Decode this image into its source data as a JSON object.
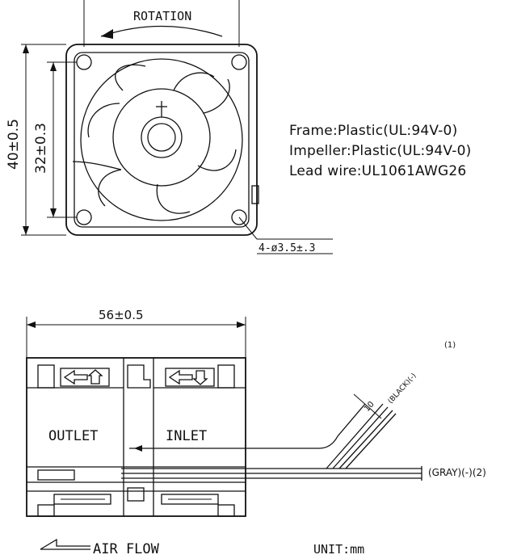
{
  "top_view": {
    "rotation_label": "ROTATION",
    "dim_overall": "40±0.5",
    "dim_hole_pitch": "32±0.3",
    "hole_callout": "4-ø3.5±.3"
  },
  "specs": [
    "Frame:Plastic(UL:94V-0)",
    "Impeller:Plastic(UL:94V-0)",
    "Lead wire:UL1061AWG26"
  ],
  "side_view": {
    "dim_depth": "56±0.5",
    "outlet_label": "OUTLET",
    "inlet_label": "INLET",
    "note_1": "(1)",
    "wire_length_label": "10",
    "wire_1_label": "(BLACK)(-)",
    "wire_2_label": "(GRAY)(-)(2)",
    "air_flow_label": "AIR FLOW",
    "unit_label": "UNIT:mm"
  }
}
